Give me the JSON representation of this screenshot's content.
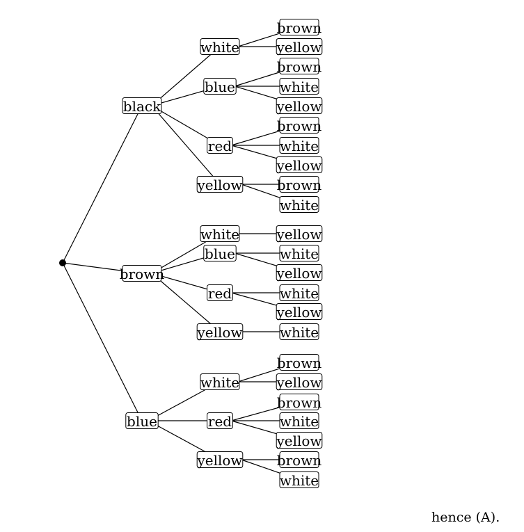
{
  "diagram": {
    "type": "tree",
    "children": [
      {
        "label": "black",
        "children": [
          {
            "label": "white",
            "children": [
              {
                "label": "brown"
              },
              {
                "label": "yellow"
              }
            ]
          },
          {
            "label": "blue",
            "children": [
              {
                "label": "brown"
              },
              {
                "label": "white"
              },
              {
                "label": "yellow"
              }
            ]
          },
          {
            "label": "red",
            "children": [
              {
                "label": "brown"
              },
              {
                "label": "white"
              },
              {
                "label": "yellow"
              }
            ]
          },
          {
            "label": "yellow",
            "children": [
              {
                "label": "brown"
              },
              {
                "label": "white"
              }
            ]
          }
        ]
      },
      {
        "label": "brown",
        "children": [
          {
            "label": "white",
            "children": [
              {
                "label": "yellow"
              }
            ]
          },
          {
            "label": "blue",
            "children": [
              {
                "label": "white"
              },
              {
                "label": "yellow"
              }
            ]
          },
          {
            "label": "red",
            "children": [
              {
                "label": "white"
              },
              {
                "label": "yellow"
              }
            ]
          },
          {
            "label": "yellow",
            "children": [
              {
                "label": "white"
              }
            ]
          }
        ]
      },
      {
        "label": "blue",
        "children": [
          {
            "label": "white",
            "children": [
              {
                "label": "brown"
              },
              {
                "label": "yellow"
              }
            ]
          },
          {
            "label": "red",
            "children": [
              {
                "label": "brown"
              },
              {
                "label": "white"
              },
              {
                "label": "yellow"
              }
            ]
          },
          {
            "label": "yellow",
            "children": [
              {
                "label": "brown"
              },
              {
                "label": "white"
              }
            ]
          }
        ]
      }
    ]
  },
  "caption": "hence (A)."
}
